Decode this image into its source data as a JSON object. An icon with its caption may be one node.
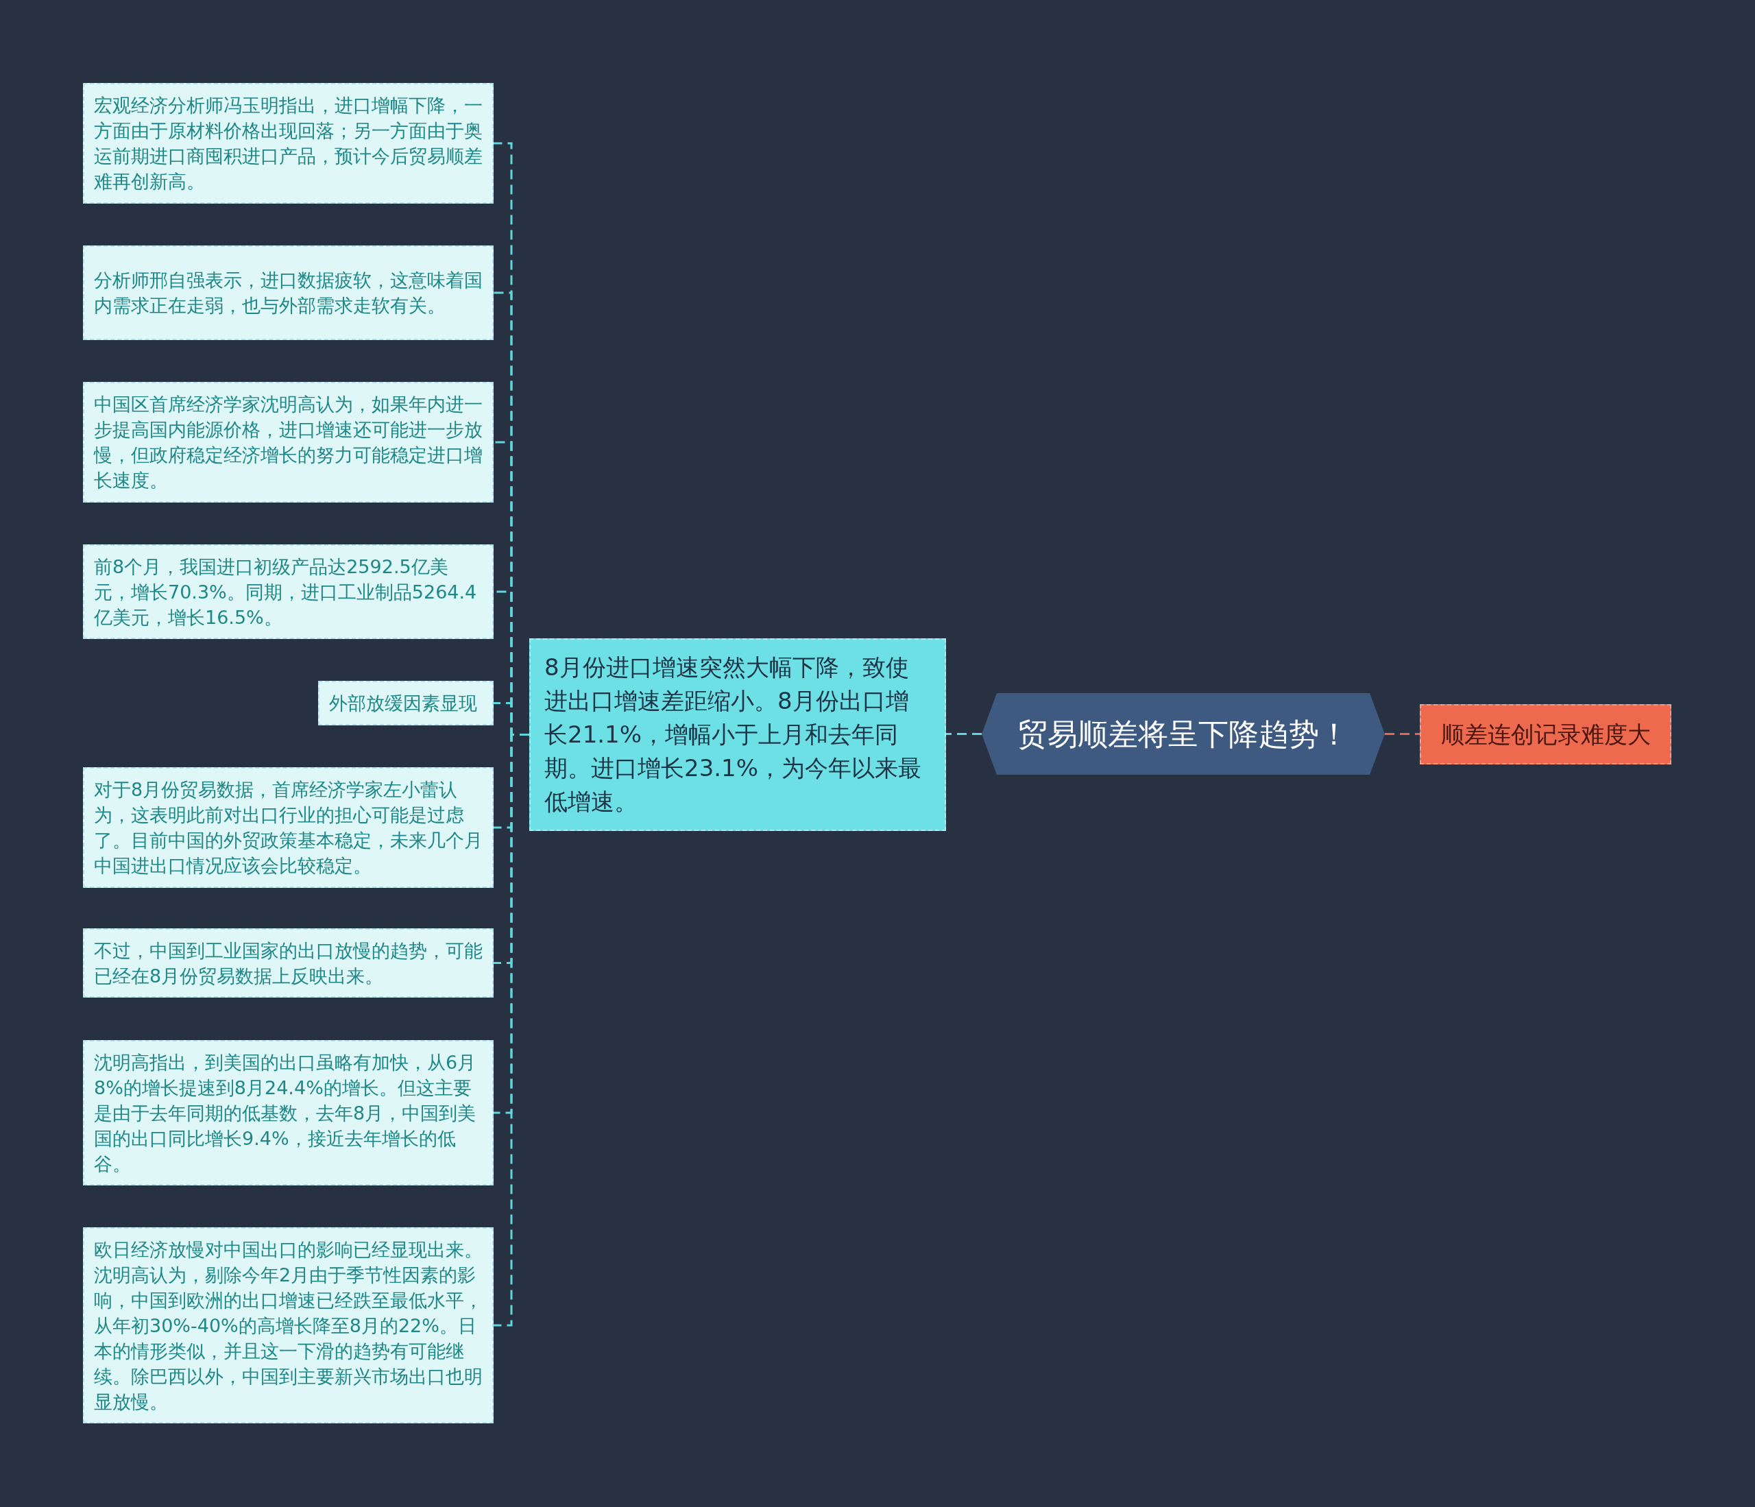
{
  "diagram": {
    "nodes": [
      {
        "text": [
          "贸易顺差将呈下降趋势！"
        ]
      },
      {
        "text": [
          "8月份进口增速突然大幅下降，致使进出口增速差距缩小。8月份出口增长21.1%，增幅小于上月和去年同期。进口增长23.1%，为今年以来最低增速。"
        ]
      },
      {
        "text": [
          "顺差连创记录难度大"
        ]
      },
      {
        "text": [
          "宏观经济分析师冯玉明指出，进口增幅下降，一方面由于原材料价格出现回落；另一方面由于奥运前期进口商囤积进口产品，预计今后贸易顺差难再创新高。"
        ]
      },
      {
        "text": [
          "分析师邢自强表示，进口数据疲软，这意味着国内需求正在走弱，也与外部需求走软有关。"
        ]
      },
      {
        "text": [
          "中国区首席经济学家沈明高认为，如果年内进一步提高国内能源价格，进口增速还可能进一步放慢，但政府稳定经济增长的努力可能稳定进口增长速度。"
        ]
      },
      {
        "text": [
          "前8个月，我国进口初级产品达2592.5亿美元，增长70.3%。同期，进口工业制品5264.4亿美元，增长16.5%。"
        ]
      },
      {
        "text": [
          "外部放缓因素显现"
        ]
      },
      {
        "text": [
          "对于8月份贸易数据，首席经济学家左小蕾认为，这表明此前对出口行业的担心可能是过虑了。目前中国的外贸政策基本稳定，未来几个月中国进出口情况应该会比较稳定。"
        ]
      },
      {
        "text": [
          "不过，中国到工业国家的出口放慢的趋势，可能已经在8月份贸易数据上反映出来。"
        ]
      },
      {
        "text": [
          "沈明高指出，到美国的出口虽略有加快，从6月8%的增长提速到8月24.4%的增长。但这主要是由于去年同期的低基数，去年8月，中国到美国的出口同比增长9.4%，接近去年增长的低谷。"
        ]
      },
      {
        "text": [
          "欧日经济放慢对中国出口的影响已经显现出来。沈明高认为，剔除今年2月由于季节性因素的影响，中国到欧洲的出口增速已经跌至最低水平，从年初30%-40%的高增长降至8月的22%。日本的情形类似，并且这一下滑的趋势有可能继续。除巴西以外，中国到主要新兴市场出口也明显放慢。"
        ]
      }
    ],
    "edges": [
      {
        "from": 0,
        "to": 1,
        "arrow": "none",
        "style": "dashed"
      },
      {
        "from": 0,
        "to": 2,
        "arrow": "none",
        "style": "dashed",
        "color": "#e8674a"
      },
      {
        "from": 1,
        "to": 3,
        "arrow": "none",
        "style": "dashed"
      },
      {
        "from": 1,
        "to": 4,
        "arrow": "none",
        "style": "dashed"
      },
      {
        "from": 1,
        "to": 5,
        "arrow": "none",
        "style": "dashed"
      },
      {
        "from": 1,
        "to": 6,
        "arrow": "none",
        "style": "dashed"
      },
      {
        "from": 1,
        "to": 7,
        "arrow": "none",
        "style": "dashed"
      },
      {
        "from": 1,
        "to": 8,
        "arrow": "none",
        "style": "dashed"
      },
      {
        "from": 1,
        "to": 9,
        "arrow": "none",
        "style": "dashed"
      },
      {
        "from": 1,
        "to": 10,
        "arrow": "none",
        "style": "dashed"
      },
      {
        "from": 1,
        "to": 11,
        "arrow": "none",
        "style": "dashed"
      }
    ]
  }
}
